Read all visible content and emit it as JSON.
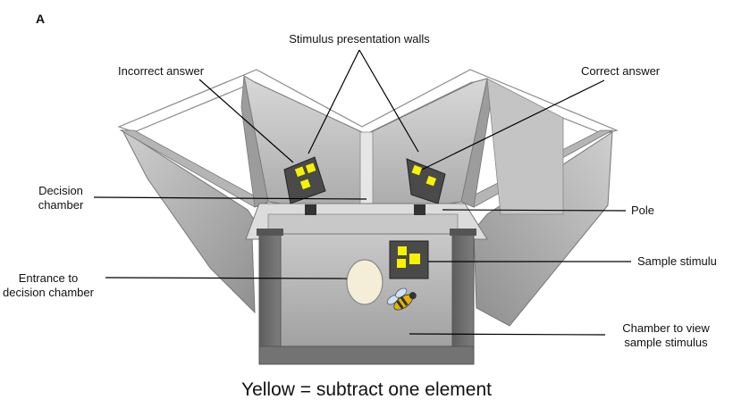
{
  "panel_label": "A",
  "labels": {
    "walls": "Stimulus presentation walls",
    "incorrect": "Incorrect answer",
    "correct": "Correct answer",
    "decision_chamber": [
      "Decision",
      "chamber"
    ],
    "pole": "Pole",
    "entrance": [
      "Entrance to",
      "decision chamber"
    ],
    "sample_stimulus": "Sample stimulu",
    "view_chamber": [
      "Chamber to view",
      "sample stimulus"
    ]
  },
  "caption": "Yellow = subtract one element",
  "colors": {
    "stimulus_yellow": "#f6f200",
    "stimulus_card": "#4a4a4a",
    "wall_light": "#e2e2e2",
    "wall_mid": "#b8b8b8",
    "wall_dark": "#8a8a8a",
    "post_dark": "#666666",
    "entrance_hole": "#f4edd8"
  },
  "icons": [
    "bee-icon"
  ]
}
